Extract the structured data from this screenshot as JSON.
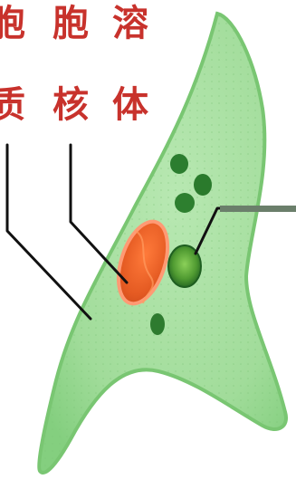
{
  "labels": [
    {
      "id": "cytoplasm",
      "top": "胞",
      "bottom": "质"
    },
    {
      "id": "nucleus",
      "top": "胞",
      "bottom": "核"
    },
    {
      "id": "lysosome",
      "top": "溶",
      "bottom": "体"
    }
  ],
  "colors": {
    "text": "#c8322c",
    "cell_fill": "#9fd79b",
    "cell_edge": "#6fbf6b",
    "nucleus": "#e05a22",
    "vesicle_dark": "#1f6b23",
    "vesicle_light": "#6fb447",
    "leader_line": "#111111",
    "pointer_bar": "#6b7f6b"
  }
}
